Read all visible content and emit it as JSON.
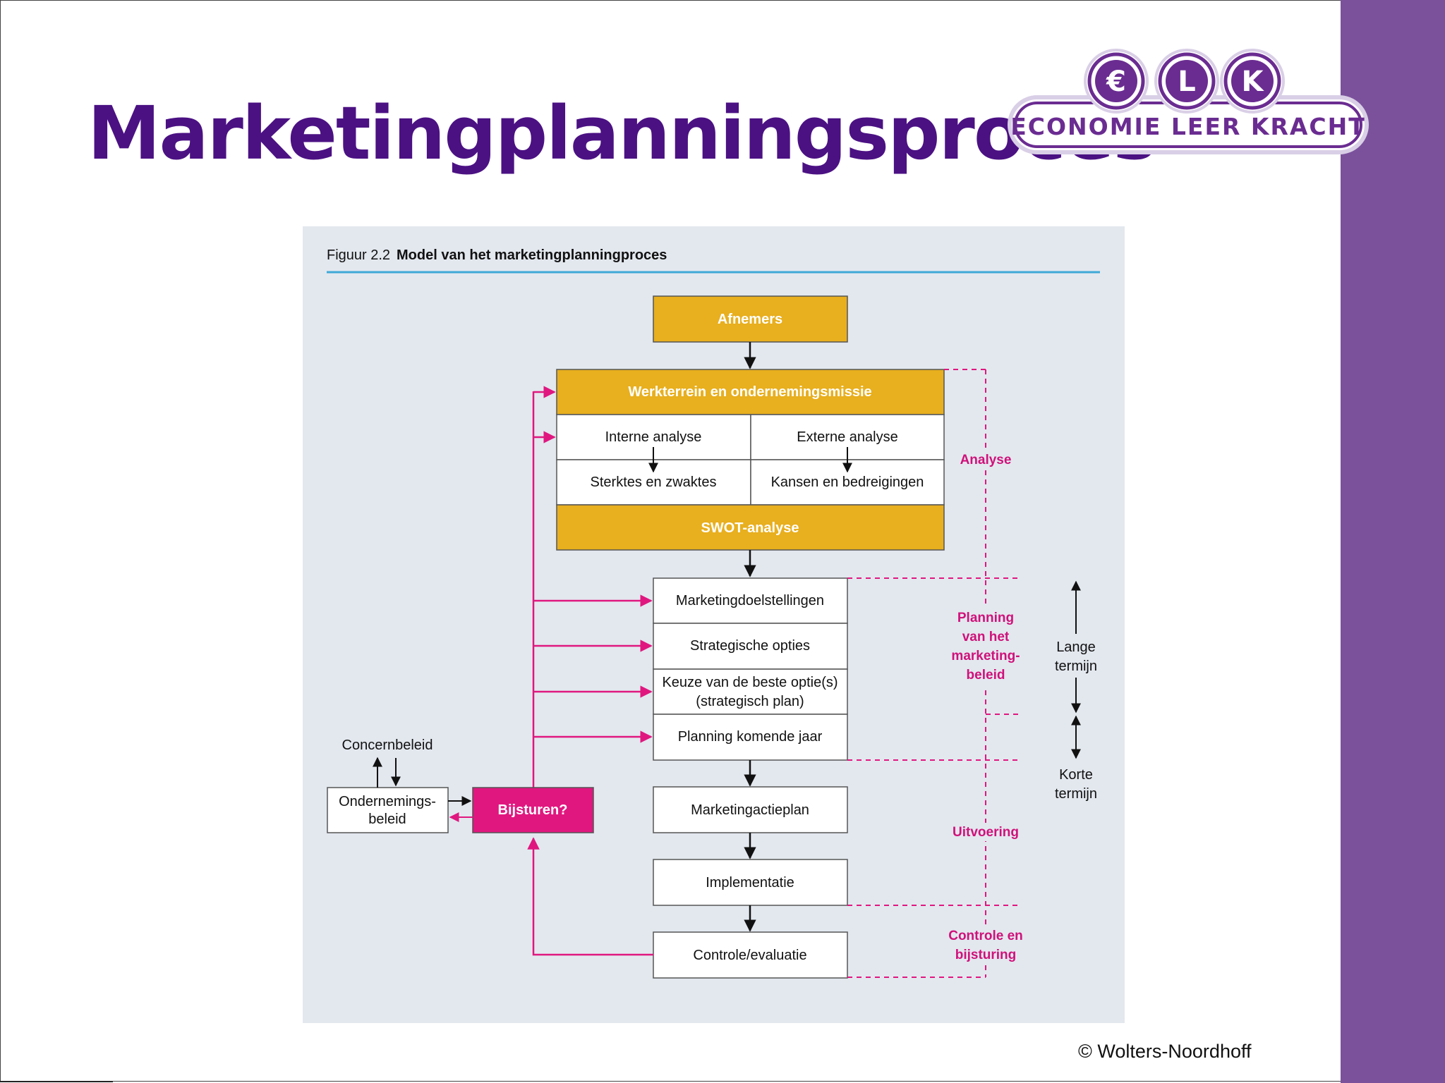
{
  "slide": {
    "title": "Marketingplanningsproces",
    "copyright": "© Wolters-Noordhoff",
    "colors": {
      "title": "#4b1183",
      "side_bar": "#7b519c"
    }
  },
  "logo": {
    "badges": [
      "€",
      "L",
      "K"
    ],
    "text": "ECONOMIE LEER KRACHT",
    "color": "#6a2c91"
  },
  "figure": {
    "label": "Figuur 2.2",
    "caption": "Model van het marketingplanningproces",
    "colors": {
      "gold": "#e8af1e",
      "magenta": "#e0177f",
      "rule": "#3fa9d6"
    },
    "boxes": {
      "afnemers": "Afnemers",
      "werkterrein": "Werkterrein en ondernemingsmissie",
      "interne": "Interne analyse",
      "externe": "Externe analyse",
      "sterktes": "Sterktes en zwaktes",
      "kansen": "Kansen en bedreigingen",
      "swot": "SWOT-analyse",
      "doelstellingen": "Marketingdoelstellingen",
      "opties": "Strategische opties",
      "keuze": [
        "Keuze van de beste optie(s)",
        "(strategisch plan)"
      ],
      "planning_jaar": "Planning komende jaar",
      "actieplan": "Marketingactieplan",
      "implementatie": "Implementatie",
      "controle": "Controle/evaluatie",
      "bijsturen": "Bijsturen?",
      "ondernemingsbeleid": [
        "Ondernemings-",
        "beleid"
      ],
      "concernbeleid": "Concernbeleid"
    },
    "phases": {
      "analyse": "Analyse",
      "planning": [
        "Planning",
        "van het",
        "marketing-",
        "beleid"
      ],
      "uitvoering": "Uitvoering",
      "controle": [
        "Controle en",
        "bijsturing"
      ]
    },
    "terms": {
      "lange": [
        "Lange",
        "termijn"
      ],
      "korte": [
        "Korte",
        "termijn"
      ]
    }
  }
}
